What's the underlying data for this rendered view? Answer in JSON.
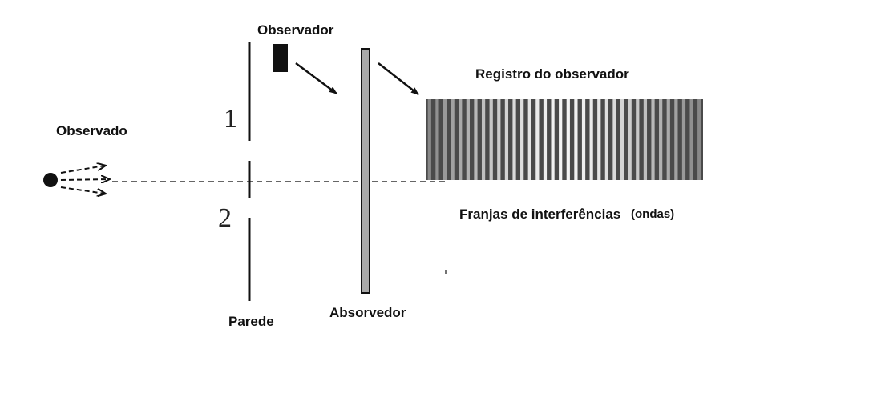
{
  "labels": {
    "observer": "Observador",
    "observed": "Observado",
    "observer_record": "Registro do observador",
    "fringes": "Franjas de interferências",
    "fringes_note": "(ondas)",
    "absorber": "Absorvedor",
    "wall": "Parede",
    "slit_1": "1",
    "slit_2": "2"
  },
  "colors": {
    "ink": "#111111",
    "absorber_fill": "#a9a9a9",
    "fringe_dark": "#4a4a4a",
    "fringe_light": "#f2f2f2"
  },
  "fringe_pattern": {
    "count": 36,
    "center_brightness": 1.0,
    "edge_brightness": 0.35
  }
}
